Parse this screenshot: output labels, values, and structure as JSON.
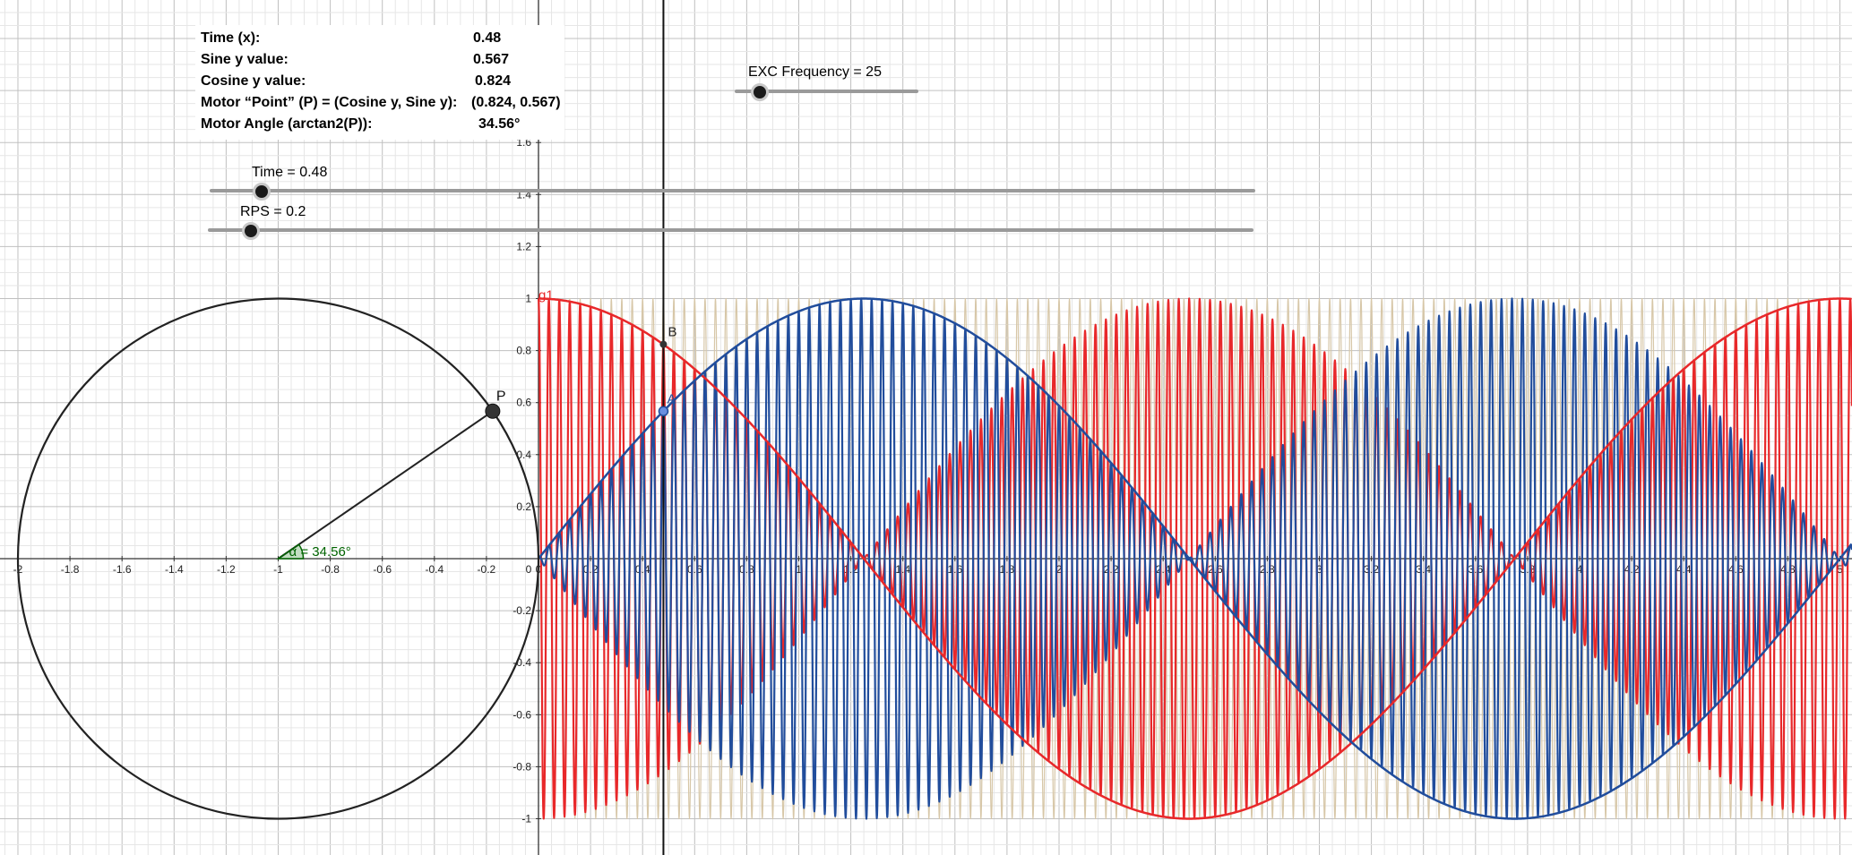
{
  "info_panel": {
    "rows": [
      {
        "label": "Time (x):",
        "value": "0.48"
      },
      {
        "label": "Sine y value:",
        "value": "0.567"
      },
      {
        "label": "Cosine y value:",
        "value": "0.824"
      },
      {
        "label": "Motor “Point” (P) = (Cosine y, Sine y):",
        "value": "(0.824, 0.567)"
      },
      {
        "label": "Motor Angle (arctan2(P)):",
        "value": "34.56°"
      }
    ]
  },
  "sliders": {
    "time": {
      "label": "Time = 0.48",
      "value": 0.48,
      "min": 0,
      "max": 10
    },
    "rps": {
      "label": "RPS = 0.2",
      "value": 0.2,
      "min": 0,
      "max": 5
    },
    "exc": {
      "label": "EXC Frequency = 25",
      "value": 25,
      "min": 0,
      "max": 200
    }
  },
  "labels": {
    "point_p": "P",
    "point_a": "A",
    "point_b": "B",
    "curve_g1": "g1",
    "angle": "α = 34.56°"
  },
  "colors": {
    "red": "#e8282a",
    "blue": "#214d9c",
    "tan": "#d7c7a8",
    "black": "#222222",
    "green": "#006400",
    "grid_minor": "#e6e6e6",
    "grid_major": "#c0c0c0"
  },
  "chart_data": {
    "type": "line",
    "x_ticks": [
      "-2",
      "-1.8",
      "-1.6",
      "-1.4",
      "-1.2",
      "-1",
      "-0.8",
      "-0.6",
      "-0.4",
      "-0.2",
      "0",
      "0.2",
      "0.4",
      "0.6",
      "0.8",
      "1",
      "1.2",
      "1.4",
      "1.6",
      "1.8",
      "2",
      "2.2",
      "2.4",
      "2.6",
      "2.8",
      "3",
      "3.2",
      "3.4",
      "3.6",
      "3.8",
      "4",
      "4.2",
      "4.4",
      "4.6",
      "4.8",
      "5"
    ],
    "y_ticks": [
      "1.6",
      "1.4",
      "1.2",
      "1",
      "0.8",
      "0.6",
      "0.4",
      "0.2",
      "-0.2",
      "-0.4",
      "-0.6",
      "-0.8",
      "-1"
    ],
    "xlim": [
      -2.07,
      5.04
    ],
    "ylim": [
      -1.14,
      2.15
    ],
    "grid": true,
    "rps": 0.2,
    "exc_frequency": 25,
    "time": 0.48,
    "circle": {
      "center": [
        -1,
        0
      ],
      "radius": 1
    },
    "point_p": [
      -0.176,
      0.567
    ],
    "point_a": [
      0.48,
      0.567
    ],
    "point_b": [
      0.48,
      0.824
    ],
    "series": [
      {
        "key": "carrier",
        "function": "cos(2π·25·x)",
        "color": "#d7c7a8"
      },
      {
        "key": "cos_envelope",
        "function": "cos(2π·0.2·x)",
        "color": "#e8282a"
      },
      {
        "key": "sin_envelope",
        "function": "sin(2π·0.2·x)",
        "color": "#214d9c"
      },
      {
        "key": "cos_modulated",
        "function": "cos(2π·0.2·x)·cos(2π·25·x)",
        "color": "#e8282a"
      },
      {
        "key": "sin_modulated",
        "function": "sin(2π·0.2·x)·cos(2π·25·x)",
        "color": "#214d9c"
      }
    ]
  }
}
